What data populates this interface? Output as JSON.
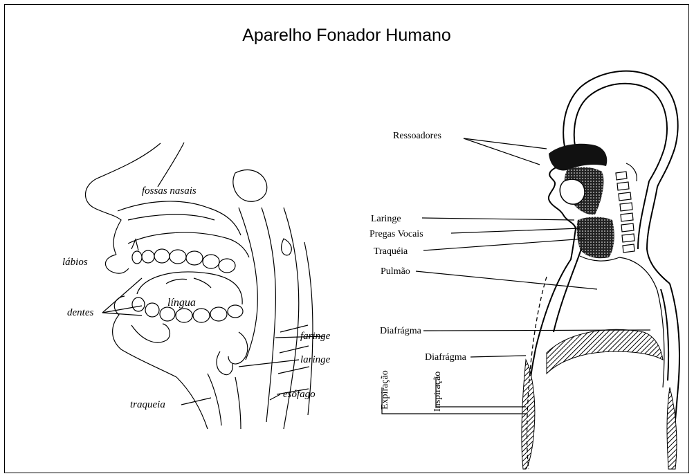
{
  "title": "Aparelho Fonador Humano",
  "left_diagram": {
    "labels": {
      "fossas": "fossas nasais",
      "labios": "lábios",
      "dentes": "dentes",
      "lingua": "língua",
      "faringe": "faringe",
      "laringe": "laringe",
      "esofago": "esófago",
      "traqueia": "traqueia"
    }
  },
  "right_diagram": {
    "labels": {
      "ressoadores": "Ressoadores",
      "laringe": "Laringe",
      "pregas": "Pregas Vocais",
      "traqueia": "Traquéia",
      "pulmao": "Pulmão",
      "diafragma1": "Diafrágma",
      "diafragma2": "Diafrágma",
      "expiracao": "Expiração",
      "inspiracao": "Inspiração"
    }
  }
}
